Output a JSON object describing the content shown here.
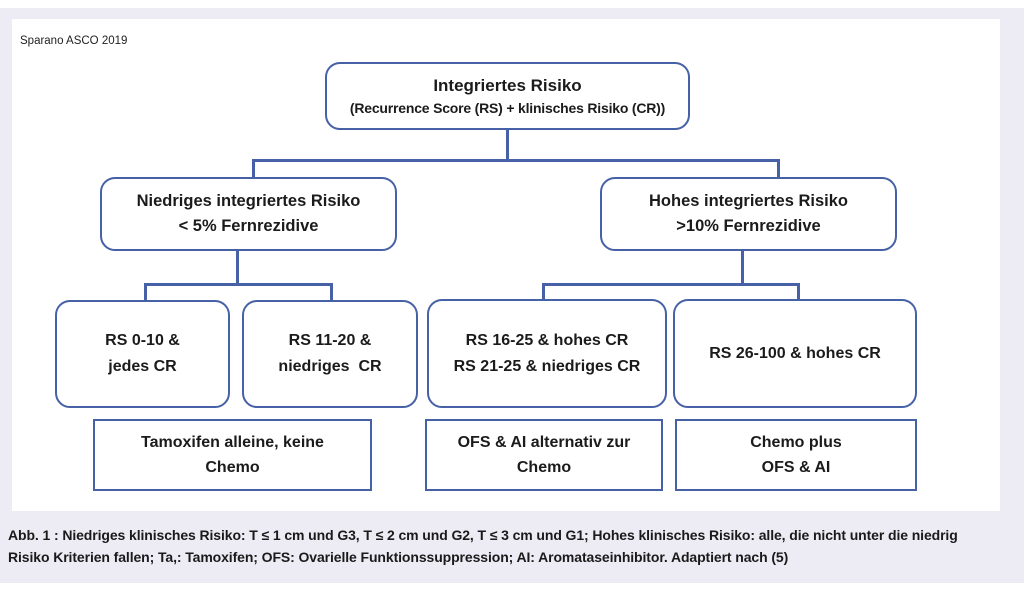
{
  "page": {
    "attribution": "Sparano ASCO 2019",
    "caption_line1": "Abb. 1 : Niedriges klinisches Risiko: T ≤ 1 cm und G3, T ≤ 2 cm und G2, T ≤ 3 cm und G1; Hohes klinisches Risiko: alle, die nicht unter die niedrig",
    "caption_line2": "Risiko Kriterien fallen; Ta,: Tamoxifen; OFS: Ovarielle Funktionssuppression; AI: Aromataseinhibitor. Adaptiert nach (5)"
  },
  "colors": {
    "box_border": "#4661a6",
    "connector": "#4661a6",
    "background_band": "#edebf4",
    "card_background": "#ffffff",
    "text": "#1b1b1b"
  },
  "flowchart": {
    "root": {
      "line1": "Integriertes Risiko",
      "line2": "(Recurrence Score (RS) + klinisches Risiko (CR))"
    },
    "level2": [
      {
        "line1": "Niedriges integriertes Risiko",
        "line2": "< 5% Fernrezidive"
      },
      {
        "line1": "Hohes integriertes Risiko",
        "line2": ">10% Fernrezidive"
      }
    ],
    "level3": [
      {
        "line1": "RS 0-10 &",
        "line2": "jedes CR"
      },
      {
        "line1": "RS 11-20 &",
        "line2": "niedriges  CR"
      },
      {
        "line1": "RS 16-25 & hohes CR",
        "line2": "RS 21-25 & niedriges CR"
      },
      {
        "line1": "RS 26-100 & hohes CR",
        "line2": ""
      }
    ],
    "treatments": [
      {
        "line1": "Tamoxifen alleine, keine",
        "line2": "Chemo"
      },
      {
        "line1": "OFS & AI alternativ zur",
        "line2": "Chemo"
      },
      {
        "line1": "Chemo plus",
        "line2": "OFS & AI"
      }
    ]
  }
}
